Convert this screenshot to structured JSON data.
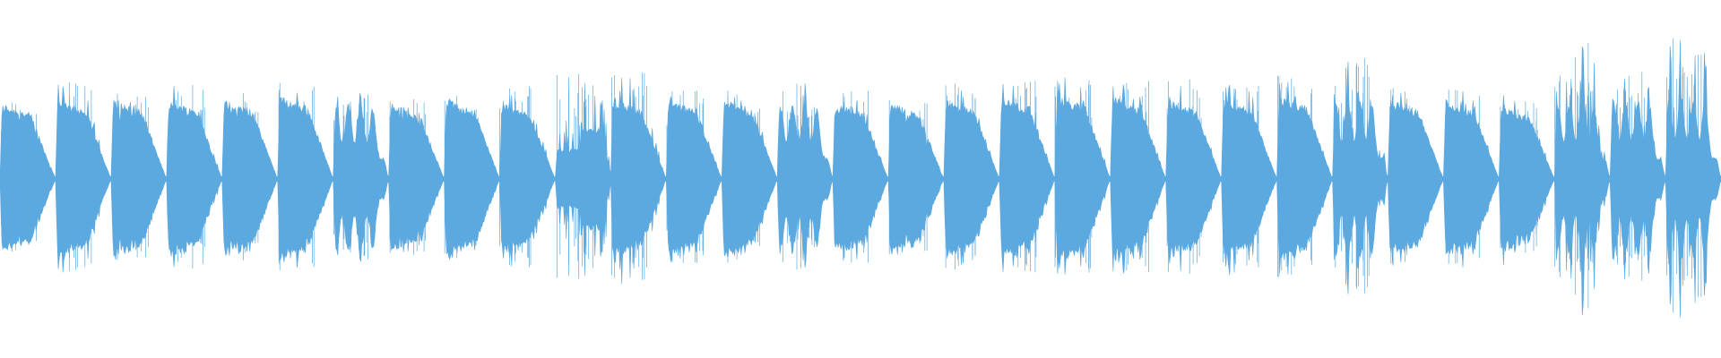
{
  "waveform": {
    "color": "#5ca9e0",
    "background": "#ffffff",
    "segments": [
      {
        "shape": "decay",
        "amp": 0.42,
        "peak": 0.44
      },
      {
        "shape": "decay",
        "amp": 0.44,
        "peak": 0.55
      },
      {
        "shape": "decay",
        "amp": 0.44,
        "peak": 0.48
      },
      {
        "shape": "decay",
        "amp": 0.44,
        "peak": 0.55
      },
      {
        "shape": "decay",
        "amp": 0.44,
        "peak": 0.5
      },
      {
        "shape": "decay",
        "amp": 0.46,
        "peak": 0.55
      },
      {
        "shape": "buzz",
        "amp": 0.42,
        "peak": 0.52
      },
      {
        "shape": "decay",
        "amp": 0.42,
        "peak": 0.46
      },
      {
        "shape": "decay",
        "amp": 0.44,
        "peak": 0.5
      },
      {
        "shape": "decay",
        "amp": 0.42,
        "peak": 0.52
      },
      {
        "shape": "split",
        "amp": 0.3,
        "peak": 0.6
      },
      {
        "shape": "decay",
        "amp": 0.44,
        "peak": 0.62
      },
      {
        "shape": "decay",
        "amp": 0.44,
        "peak": 0.5
      },
      {
        "shape": "decay",
        "amp": 0.44,
        "peak": 0.52
      },
      {
        "shape": "buzz",
        "amp": 0.42,
        "peak": 0.56
      },
      {
        "shape": "decay",
        "amp": 0.42,
        "peak": 0.5
      },
      {
        "shape": "decay",
        "amp": 0.42,
        "peak": 0.46
      },
      {
        "shape": "decay",
        "amp": 0.44,
        "peak": 0.56
      },
      {
        "shape": "decay",
        "amp": 0.46,
        "peak": 0.56
      },
      {
        "shape": "decay",
        "amp": 0.46,
        "peak": 0.6
      },
      {
        "shape": "decay",
        "amp": 0.46,
        "peak": 0.58
      },
      {
        "shape": "decay",
        "amp": 0.44,
        "peak": 0.58
      },
      {
        "shape": "decay",
        "amp": 0.44,
        "peak": 0.56
      },
      {
        "shape": "decay",
        "amp": 0.46,
        "peak": 0.58
      },
      {
        "shape": "buzz",
        "amp": 0.44,
        "peak": 0.68
      },
      {
        "shape": "decay",
        "amp": 0.44,
        "peak": 0.52
      },
      {
        "shape": "decay",
        "amp": 0.44,
        "peak": 0.54
      },
      {
        "shape": "decay",
        "amp": 0.4,
        "peak": 0.48
      },
      {
        "shape": "buzz",
        "amp": 0.44,
        "peak": 0.78
      },
      {
        "shape": "buzz",
        "amp": 0.44,
        "peak": 0.6
      },
      {
        "shape": "buzz",
        "amp": 0.46,
        "peak": 0.82
      }
    ]
  }
}
